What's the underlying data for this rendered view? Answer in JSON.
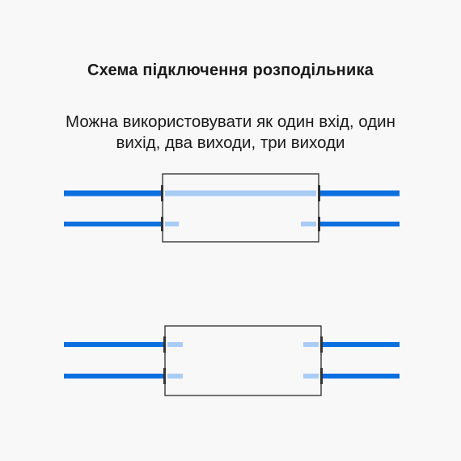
{
  "title": "Схема підключення розподільника",
  "subtitle": {
    "line1": "Можна використовувати як один вхід, один",
    "line2": "вихід, два виходи, три виходи"
  },
  "colors": {
    "tube": "#0c6fe0",
    "tube_inner": "#a9ccf4",
    "box_border": "#2a2a2a",
    "box_fill": "#f8f8f9",
    "connector": "#333333",
    "background": "#f8f8f9"
  }
}
